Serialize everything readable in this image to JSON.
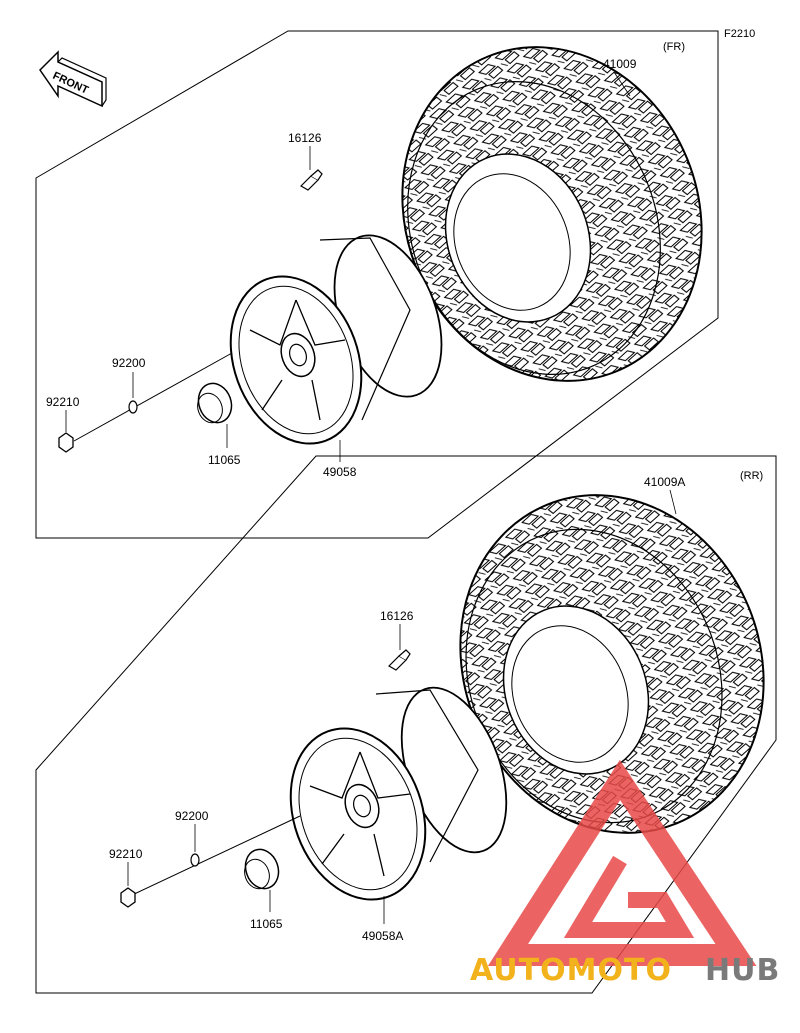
{
  "figure_code": "F2210",
  "front_arrow_label": "FRONT",
  "front_assembly": {
    "position_tag": "(FR)",
    "parts": {
      "tire": "41009",
      "valve": "16126",
      "washer": "92200",
      "nut": "92210",
      "cap": "11065",
      "wheel": "49058"
    }
  },
  "rear_assembly": {
    "position_tag": "(RR)",
    "parts": {
      "tire": "41009A",
      "valve": "16126",
      "washer": "92200",
      "nut": "92210",
      "cap": "11065",
      "wheel": "49058A"
    }
  },
  "watermark": {
    "part1": "AUTOMOTO",
    "part2": "HUB",
    "color1": "#f2b21c",
    "color2": "#7a7a7a",
    "logo_color": "#e84a48"
  }
}
